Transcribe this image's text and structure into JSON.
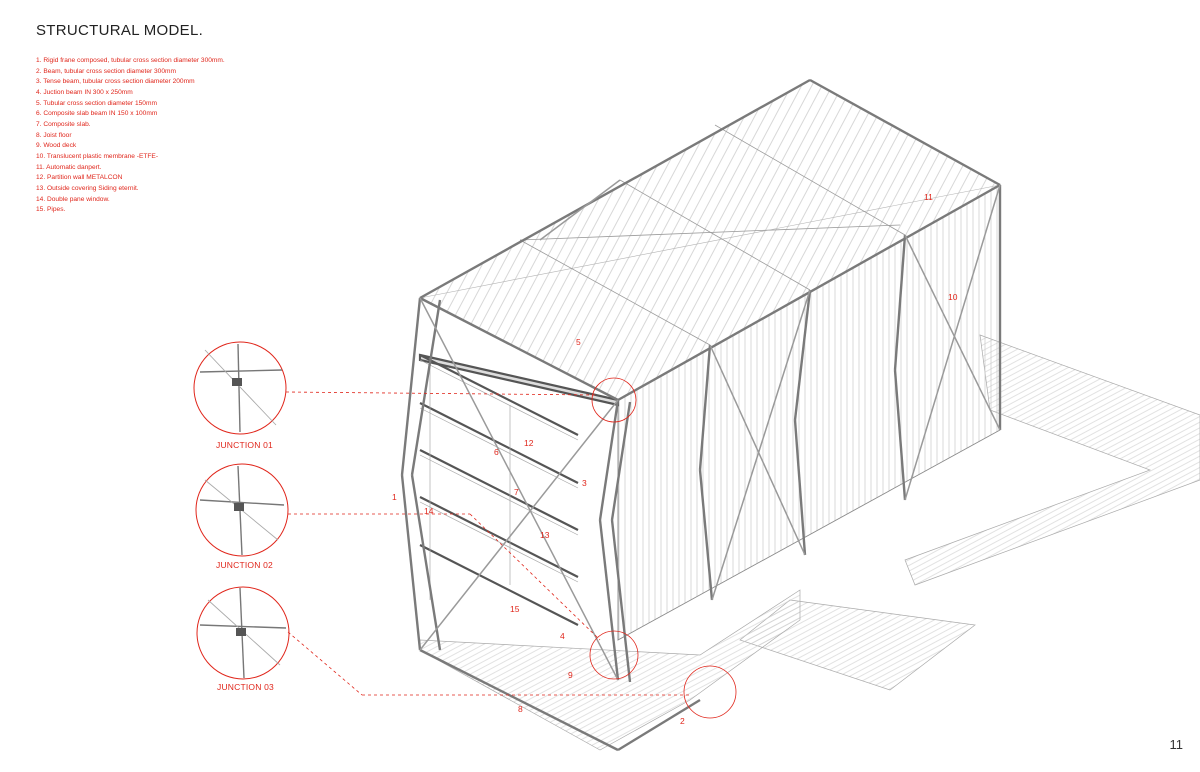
{
  "title": "STRUCTURAL MODEL.",
  "legend": [
    "1. Rigid frane composed, tubular cross section diameter  300mm.",
    "2. Beam, tubular cross section diameter 300mm",
    "3. Tense beam, tubular cross section diameter 200mm",
    "4. Juction beam IN  300  x 250mm",
    "5. Tubular cross section diameter 150mm",
    "6. Composite slab beam IN 150 x 100mm",
    "7. Composite slab.",
    "8. Joist floor",
    "9. Wood deck",
    "10. Translucent plastic membrane -ETFE-",
    "11. Automatic danpert.",
    "12. Partition wall METALCON",
    "13. Outside covering Siding eternit.",
    "14. Double pane window.",
    "15. Pipes."
  ],
  "junctions": [
    "JUNCTION 01",
    "JUNCTION 02",
    "JUNCTION 03"
  ],
  "callouts": [
    "1",
    "2",
    "3",
    "4",
    "5",
    "6",
    "7",
    "8",
    "9",
    "10",
    "11",
    "12",
    "13",
    "14",
    "15"
  ],
  "page_number": "11",
  "colors": {
    "accent": "#e0261b",
    "line": "#8a8a8a",
    "text": "#222222"
  }
}
